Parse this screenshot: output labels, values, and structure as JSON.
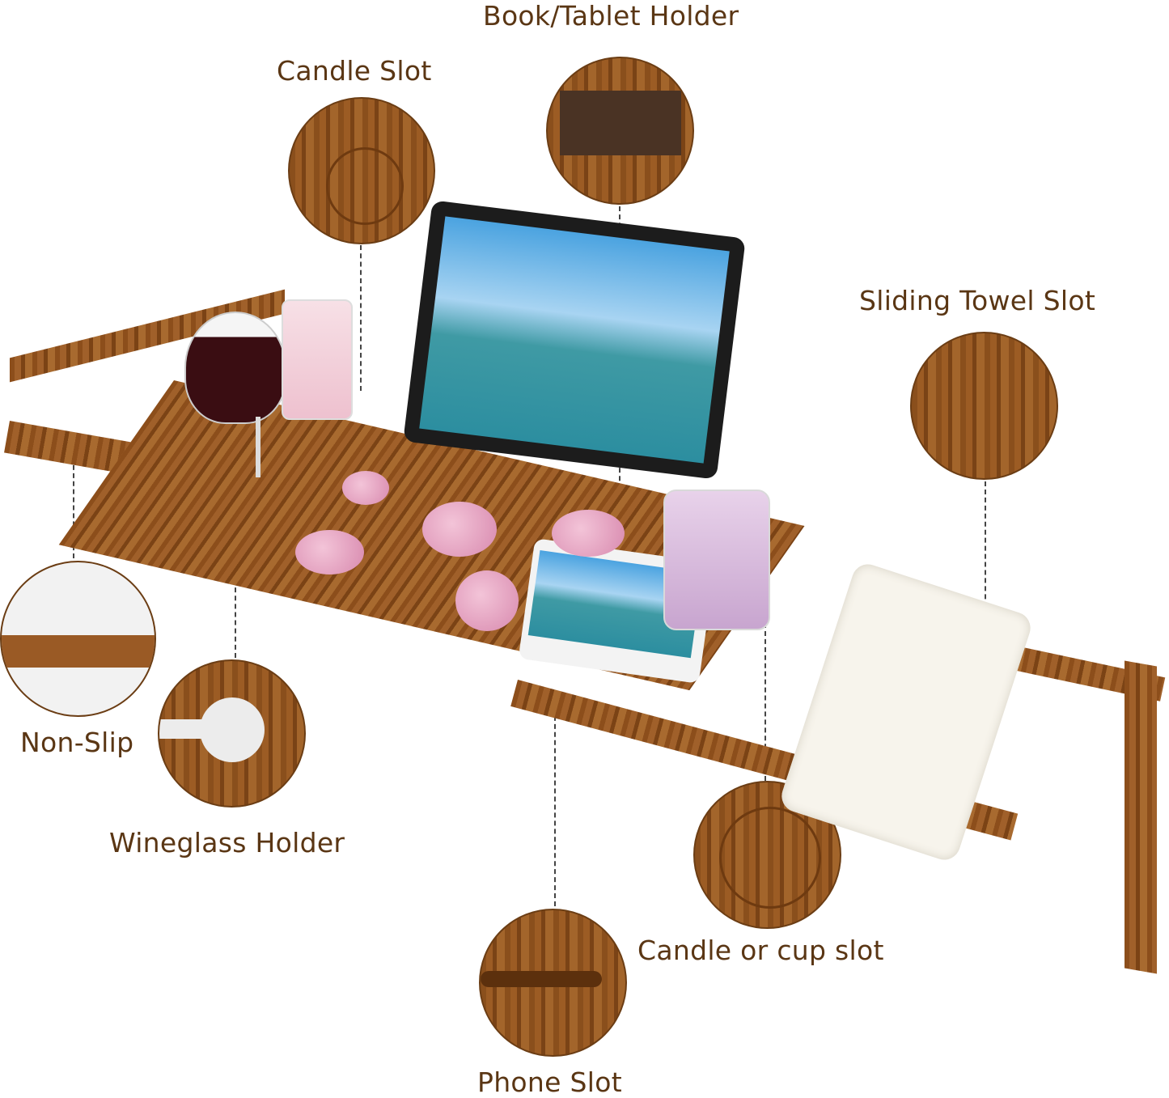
{
  "labels": {
    "book_tablet_holder": "Book/Tablet Holder",
    "candle_slot": "Candle Slot",
    "sliding_towel_slot": "Sliding Towel Slot",
    "non_slip": "Non-Slip",
    "wineglass_holder": "Wineglass Holder",
    "candle_or_cup_slot": "Candle or cup slot",
    "phone_slot": "Phone Slot"
  },
  "colors": {
    "label_text": "#5a3614",
    "wood": "#8c4e1b",
    "circle_border": "#6b3d14",
    "background": "#ffffff"
  }
}
